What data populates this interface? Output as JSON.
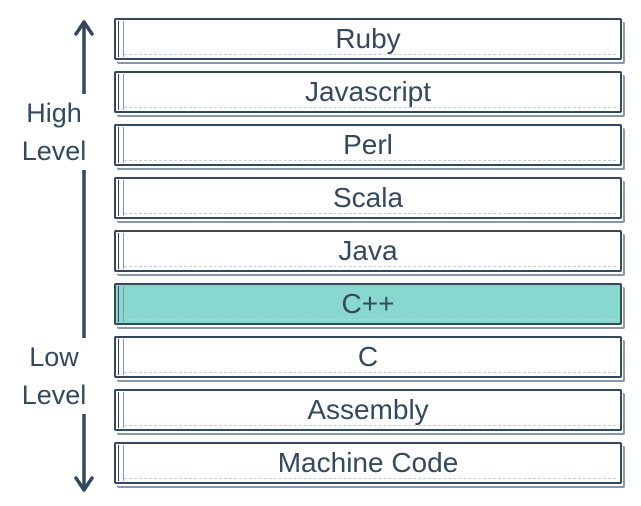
{
  "axis": {
    "high_label_line1": "High",
    "high_label_line2": "Level",
    "low_label_line1": "Low",
    "low_label_line2": "Level",
    "line_color": "#34495e"
  },
  "layers": [
    {
      "label": "Ruby",
      "highlighted": false
    },
    {
      "label": "Javascript",
      "highlighted": false
    },
    {
      "label": "Perl",
      "highlighted": false
    },
    {
      "label": "Scala",
      "highlighted": false
    },
    {
      "label": "Java",
      "highlighted": false
    },
    {
      "label": "C++",
      "highlighted": true
    },
    {
      "label": "C",
      "highlighted": false
    },
    {
      "label": "Assembly",
      "highlighted": false
    },
    {
      "label": "Machine Code",
      "highlighted": false
    }
  ],
  "colors": {
    "outline": "#34495e",
    "highlight": "#89d8cf",
    "background": "#ffffff"
  }
}
